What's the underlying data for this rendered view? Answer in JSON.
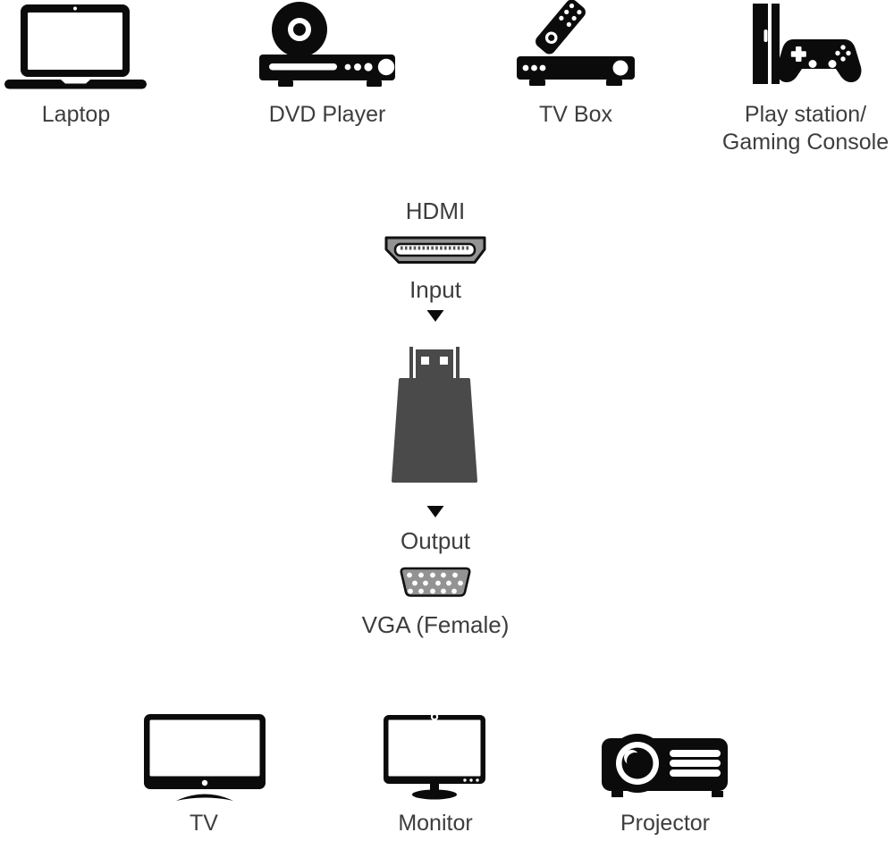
{
  "page": {
    "background": "#ffffff",
    "text_color": "#3d3d3d"
  },
  "colors": {
    "device_black": "#0b0b0b",
    "adapter_body_gray": "#4a4a4a",
    "connector_gray": "#939393"
  },
  "source_devices": [
    {
      "label": "Laptop",
      "icon": "laptop-icon"
    },
    {
      "label": "DVD Player",
      "icon": "dvd-player-icon"
    },
    {
      "label": "TV Box",
      "icon": "tv-box-icon"
    },
    {
      "label": "Play station/",
      "label2": "Gaming Console",
      "icon": "gaming-console-icon"
    }
  ],
  "adapter_flow": {
    "input_connector_label": "HDMI",
    "input_label": "Input",
    "output_label": "Output",
    "output_connector_label": "VGA (Female)"
  },
  "output_devices": [
    {
      "label": "TV",
      "icon": "tv-icon"
    },
    {
      "label": "Monitor",
      "icon": "monitor-icon"
    },
    {
      "label": "Projector",
      "icon": "projector-icon"
    }
  ]
}
